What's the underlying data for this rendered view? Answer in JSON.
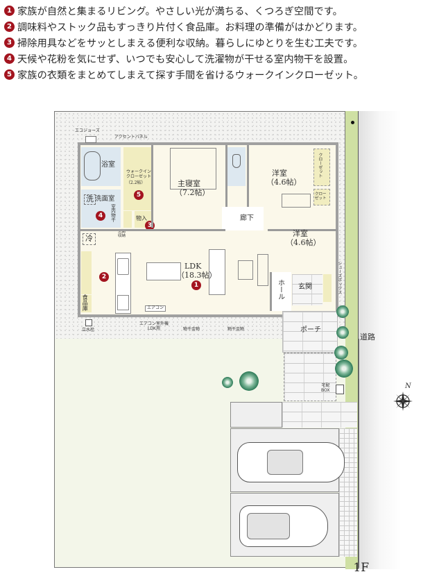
{
  "features": [
    {
      "num": "1",
      "text": "家族が自然と集まるリビング。やさしい光が満ちる、くつろぎ空間です。"
    },
    {
      "num": "2",
      "text": "調味料やストック品もすっきり片付く食品庫。お料理の準備がはかどります。"
    },
    {
      "num": "3",
      "text": "掃除用具などをサッとしまえる便利な収納。暮らしにゆとりを生む工夫です。"
    },
    {
      "num": "4",
      "text": "天候や花粉を気にせず、いつでも安心して洗濯物が干せる室内物干を設置。"
    },
    {
      "num": "5",
      "text": "家族の衣類をまとめてしまえて探す手間を省けるウォークインクローゼット。"
    }
  ],
  "rooms": {
    "bath": "浴室",
    "wash_mark": "洗",
    "washroom": "洗面室",
    "indoor_dry": "室内物干",
    "wic_name": "ウォークイン\nクローゼット",
    "wic_size": "（2.2帖）",
    "master_name": "主寝室",
    "master_size": "（7.2帖）",
    "storage": "物入",
    "wash_storage": "洗面\n収納",
    "bedroom1_name": "洋室",
    "bedroom1_size": "（4.6帖）",
    "closet1": "クローゼット",
    "closet2": "クロー\nゼット",
    "corridor": "廊下",
    "bedroom2_name": "洋室",
    "bedroom2_size": "（4.6帖）",
    "fridge": "冷",
    "pantry": "食品庫",
    "ldk_name": "LDK",
    "ldk_size": "（18.3帖）",
    "hall": "ホール",
    "entrance": "玄関",
    "shoebox": "シューズボックス",
    "porch": "ポーチ"
  },
  "annotations": {
    "ecojoz": "エコジョーズ",
    "accent_panel": "アクセントパネル",
    "aircon": "エアコン",
    "aircon_outdoor": "エアコン室外機\nLDK用",
    "faucet": "立水栓",
    "laundry_hardware_1": "物干金物",
    "laundry_hardware_2": "物干金物",
    "delivery_box": "宅配\nBOX",
    "road": "道路",
    "north": "N"
  },
  "markers": {
    "ldk": "1",
    "pantry": "2",
    "storage": "3",
    "washroom": "4",
    "wic": "5"
  },
  "floor_label": "1F",
  "colors": {
    "marker": "#a3141f",
    "lawn": "#f3f6e9",
    "floor": "#fbf8ea",
    "wet": "#dde8f0",
    "storage": "#f1edc0",
    "road_strip": "#cfe0a3"
  }
}
